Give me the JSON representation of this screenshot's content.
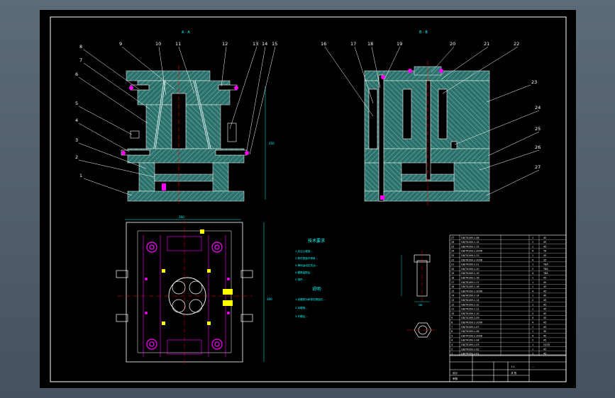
{
  "colors": {
    "background": "#000000",
    "frame": "#ffffff",
    "hatch": "#3f8a84",
    "dimension": "#00ffff",
    "center_line": "#ff0000",
    "highlight": "#ff00ff",
    "accent": "#ffff00",
    "viewport": "#54606d"
  },
  "sections": {
    "section_a": "A - A",
    "section_b": "B - B"
  },
  "balloons_left": [
    "8",
    "7",
    "6",
    "5",
    "4",
    "3",
    "2",
    "1",
    "9",
    "10",
    "11",
    "12",
    "13",
    "14",
    "15"
  ],
  "balloons_right": [
    "16",
    "17",
    "18",
    "19",
    "20",
    "21",
    "22",
    "23",
    "24",
    "25",
    "26",
    "27"
  ],
  "notes": {
    "title": "技术要求",
    "items": [
      "1.未注公差按...",
      "2.零件表面不得有...",
      "3.滑块运动应灵活...",
      "4.模具装配后...",
      "5.顶杆..."
    ],
    "sub_title": "说明:",
    "sub_items": [
      "1.该模具为斜导柱侧抽芯...",
      "2.本模具...",
      "3.开模后..."
    ]
  },
  "part_view_label": "M8",
  "bom_rows": [
    {
      "no": "27",
      "code": "GB/T4169.1-06",
      "name": "",
      "qty": "1",
      "mat": "45"
    },
    {
      "no": "26",
      "code": "GB/T4169.1-12",
      "name": "",
      "qty": "2",
      "mat": "45"
    },
    {
      "no": "25",
      "code": "GB/T4169.1-15",
      "name": "",
      "qty": "1",
      "mat": "45"
    },
    {
      "no": "24",
      "code": "GB/T4169.1-2006",
      "name": "",
      "qty": "4",
      "mat": "T8"
    },
    {
      "no": "23",
      "code": "GB/T4169.1-23",
      "name": "",
      "qty": "1",
      "mat": "45"
    },
    {
      "no": "22",
      "code": "GB/T4169.1-2006",
      "name": "",
      "qty": "4",
      "mat": "35"
    },
    {
      "no": "21",
      "code": "GB/T4169.1-21",
      "name": "",
      "qty": "1",
      "mat": "T8A"
    },
    {
      "no": "20",
      "code": "GB/T4169.1-20",
      "name": "",
      "qty": "2",
      "mat": "T8A"
    },
    {
      "no": "19",
      "code": "GB/T4169.1-19",
      "name": "",
      "qty": "4",
      "mat": "T8A"
    },
    {
      "no": "18",
      "code": "GB/T4169.1-18",
      "name": "",
      "qty": "1",
      "mat": "45"
    },
    {
      "no": "17",
      "code": "GB/T4169.1-17",
      "name": "",
      "qty": "1",
      "mat": "45"
    },
    {
      "no": "16",
      "code": "GB/T4169.1-16",
      "name": "",
      "qty": "1",
      "mat": "45"
    },
    {
      "no": "15",
      "code": "GB/T4169.1-2006",
      "name": "",
      "qty": "4",
      "mat": "45"
    },
    {
      "no": "14",
      "code": "GB/T4169.1-14",
      "name": "",
      "qty": "1",
      "mat": "45"
    },
    {
      "no": "13",
      "code": "GB/T4169.1-13",
      "name": "",
      "qty": "2",
      "mat": "45"
    },
    {
      "no": "12",
      "code": "GB/T4169.1-12",
      "name": "",
      "qty": "1",
      "mat": "45"
    },
    {
      "no": "11",
      "code": "GB/T4169.1-11",
      "name": "",
      "qty": "1",
      "mat": "45"
    },
    {
      "no": "10",
      "code": "GB/T4169.1-10",
      "name": "",
      "qty": "2",
      "mat": "45"
    },
    {
      "no": "9",
      "code": "GB/T4169.1-09",
      "name": "",
      "qty": "4",
      "mat": "45"
    },
    {
      "no": "8",
      "code": "GB/T4169.1-2006",
      "name": "",
      "qty": "4",
      "mat": "45"
    },
    {
      "no": "7",
      "code": "GB/T4169.1-07",
      "name": "",
      "qty": "1",
      "mat": "45"
    },
    {
      "no": "6",
      "code": "GB/T4169.1-06",
      "name": "",
      "qty": "1",
      "mat": "45"
    },
    {
      "no": "5",
      "code": "GB/T4169.1-2006",
      "name": "",
      "qty": "4",
      "mat": "45"
    },
    {
      "no": "4",
      "code": "GB/T4169.1-04",
      "name": "",
      "qty": "2",
      "mat": "45"
    },
    {
      "no": "3",
      "code": "GB/T4169.1-03",
      "name": "",
      "qty": "1",
      "mat": "Q235"
    },
    {
      "no": "2",
      "code": "GB/T4169.1-02",
      "name": "",
      "qty": "1",
      "mat": "45"
    },
    {
      "no": "1",
      "code": "GB/T4169.1-01",
      "name": "",
      "qty": "1",
      "mat": "45"
    }
  ],
  "title_block": {
    "drawing_name": "...",
    "scale": "1:1",
    "sheet": "共 张",
    "design": "设计",
    "check": "审核"
  }
}
